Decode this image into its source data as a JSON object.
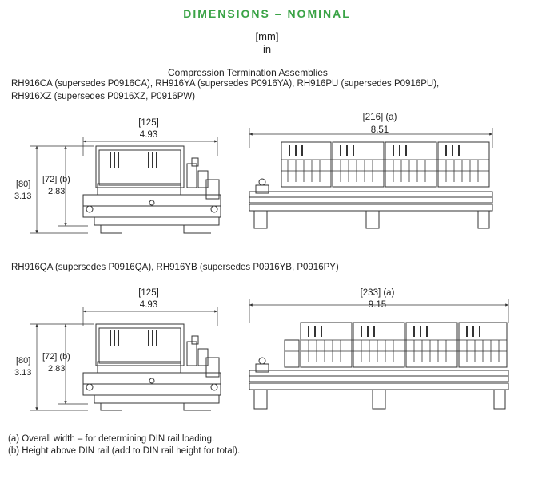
{
  "header": {
    "title": "DIMENSIONS – NOMINAL",
    "units_mm": "[mm]",
    "units_in": "in"
  },
  "section1": {
    "heading": "Compression Termination Assemblies",
    "line1": "RH916CA (supersedes P0916CA), RH916YA (supersedes P0916YA), RH916PU (supersedes P0916PU),",
    "line2": "RH916XZ (supersedes P0916XZ, P0916PW)",
    "width_mm": "[125]",
    "width_in": "4.93",
    "height_mm": "[80]",
    "height_in": "3.13",
    "rail_height_mm": "[72] (b)",
    "rail_height_in": "2.83",
    "overall_mm": "[216] (a)",
    "overall_in": "8.51"
  },
  "section2": {
    "line1": "RH916QA (supersedes P0916QA), RH916YB (supersedes P0916YB, P0916PY)",
    "width_mm": "[125]",
    "width_in": "4.93",
    "height_mm": "[80]",
    "height_in": "3.13",
    "rail_height_mm": "[72] (b)",
    "rail_height_in": "2.83",
    "overall_mm": "[233] (a)",
    "overall_in": "9.15"
  },
  "footnotes": {
    "a": "(a) Overall width – for determining DIN rail loading.",
    "b": "(b) Height above DIN rail (add to DIN rail height for total)."
  }
}
